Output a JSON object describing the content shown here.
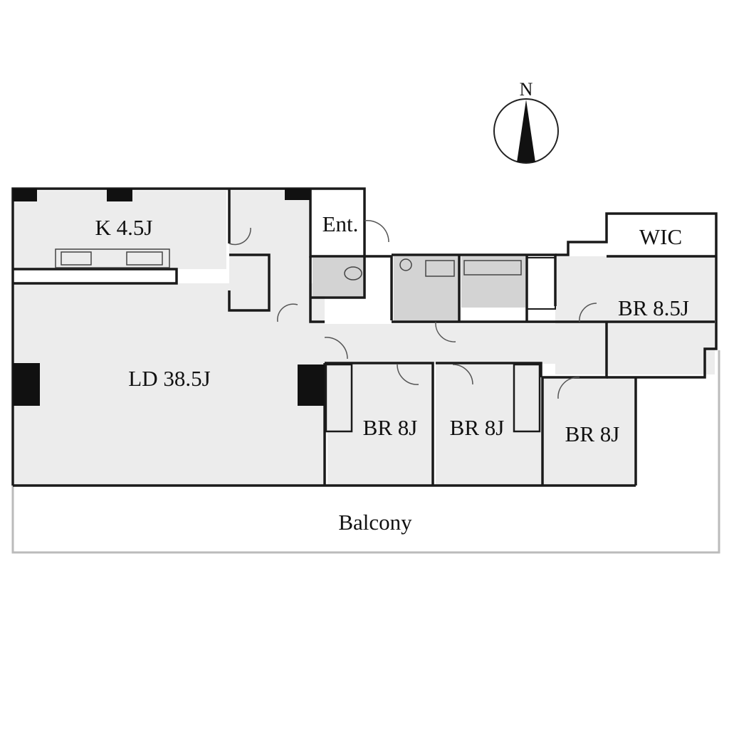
{
  "rooms": {
    "kitchen": "K 4.5J",
    "entrance": "Ent.",
    "wic": "WIC",
    "living_dining": "LD 38.5J",
    "bedroom_east": "BR 8.5J",
    "bedroom_1": "BR 8J",
    "bedroom_2": "BR 8J",
    "bedroom_3": "BR 8J",
    "balcony": "Balcony"
  },
  "compass": {
    "north_label": "N"
  },
  "colors": {
    "wall": "#1a1a1a",
    "floor": "#ececec",
    "wet_area": "#d3d3d3",
    "column": "#111111"
  }
}
